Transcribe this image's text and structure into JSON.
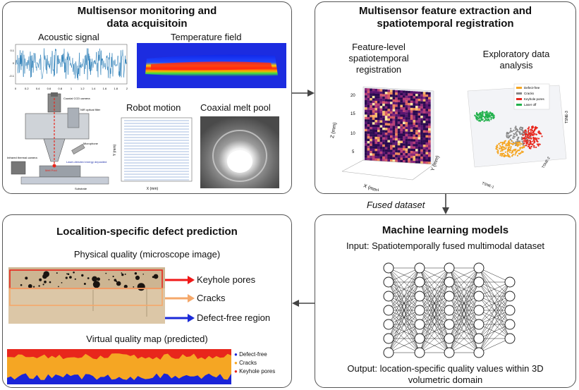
{
  "panel1": {
    "title_line1": "Multisensor monitoring and",
    "title_line2": "data acquisitoin",
    "acoustic_label": "Acoustic signal",
    "temperature_label": "Temperature field",
    "robot_label": "Robot motion",
    "meltpool_label": "Coaxial melt pool",
    "acoustic_xticks": [
      "0",
      "0.2",
      "0.4",
      "0.6",
      "0.8",
      "1",
      "1.2",
      "1.4",
      "1.6",
      "1.8",
      "2"
    ],
    "acoustic_yticks": [
      "0.1",
      "0",
      "-0.1"
    ],
    "setup_labels": {
      "coaxial": "Coaxial CCD camera",
      "nir": "NIR optical filter",
      "microphone": "Microphone",
      "infrared": "Infrared thermal camera",
      "melt_pool": "Melt Pool",
      "deposited": "Laser-directed energy deposited",
      "substrate": "Substrate"
    },
    "robot_xlabel": "X (mm)",
    "robot_ylabel": "Y (mm)"
  },
  "panel2": {
    "title_line1": "Multisensor feature extraction and",
    "title_line2": "spatiotemporal registration",
    "left_label_line1": "Feature-level",
    "left_label_line2": "spatiotemporal",
    "left_label_line3": "registration",
    "right_label_line1": "Exploratory data",
    "right_label_line2": "analysis",
    "axis_z": "Z (mm)",
    "axis_x": "X (mm)",
    "axis_y": "Y (mm)",
    "z_ticks": [
      "20",
      "15",
      "10",
      "5"
    ],
    "legend": [
      "Defect-free",
      "Cracks",
      "Keyhole pores",
      "Laser off"
    ],
    "tsne_labels": [
      "TSNE-1",
      "TSNE-2",
      "TSNE-3"
    ]
  },
  "flow": {
    "fused_label": "Fused dataset"
  },
  "panel3": {
    "title": "Machine learning models",
    "input_label": "Input: Spatiotemporally fused multimodal dataset",
    "output_line1": "Output: location-specific quality values within 3D",
    "output_line2": "volumetric domain"
  },
  "panel4": {
    "title": "Localition-specific defect prediction",
    "physical_label": "Physical quality (microscope image)",
    "arrow_keyhole": "Keyhole pores",
    "arrow_cracks": "Cracks",
    "arrow_defectfree": "Defect-free region",
    "virtual_label": "Virtual quality map (predicted)",
    "map_legend": [
      "Defect-free",
      "Cracks",
      "Keyhole pores"
    ]
  },
  "colors": {
    "acoustic": "#1f77b4",
    "keyhole": "#e8261c",
    "cracks": "#f5a623",
    "defect_free": "#1a24d8",
    "laser_off": "#22b14c",
    "arrow_red": "#f01818",
    "arrow_orange": "#f5a86a",
    "arrow_blue": "#1a2ad8",
    "border": "#555555"
  }
}
